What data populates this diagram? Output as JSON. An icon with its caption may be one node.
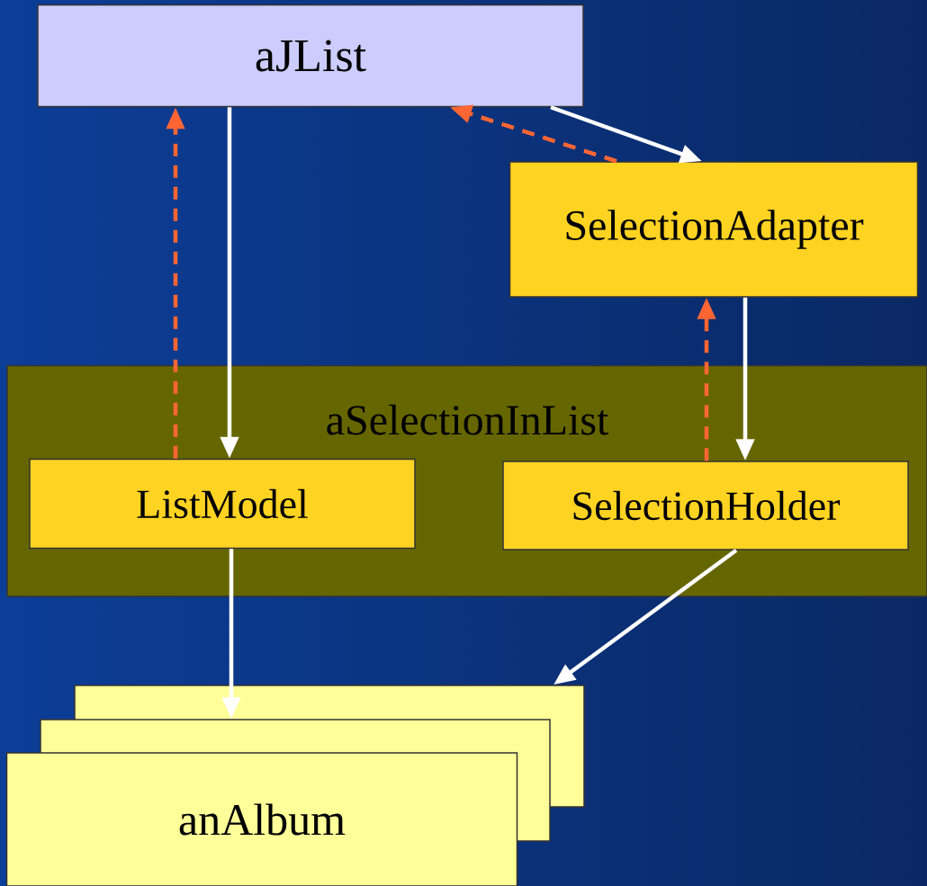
{
  "diagram": {
    "nodes": [
      {
        "text": [
          "aJList"
        ]
      },
      {
        "text": [
          "SelectionAdapter"
        ]
      },
      {
        "text": [
          "aSelectionInList"
        ]
      },
      {
        "text": [
          "ListModel"
        ],
        "in": 2
      },
      {
        "text": [
          "SelectionHolder"
        ],
        "in": 2
      },
      {
        "text": [
          "anAlbum"
        ]
      }
    ],
    "edges": [
      {
        "from": 0,
        "to": 3,
        "arrow": "to"
      },
      {
        "from": 3,
        "to": 0,
        "arrow": "to",
        "style": "dashed",
        "color": "#ff6633"
      },
      {
        "from": 0,
        "to": 1,
        "arrow": "to"
      },
      {
        "from": 1,
        "to": 0,
        "arrow": "to",
        "style": "dashed",
        "color": "#ff6633"
      },
      {
        "from": 1,
        "to": 4,
        "arrow": "to"
      },
      {
        "from": 4,
        "to": 1,
        "arrow": "to",
        "style": "dashed",
        "color": "#ff6633"
      },
      {
        "from": 3,
        "to": 5,
        "arrow": "to"
      },
      {
        "from": 4,
        "to": 5,
        "arrow": "to"
      }
    ]
  }
}
